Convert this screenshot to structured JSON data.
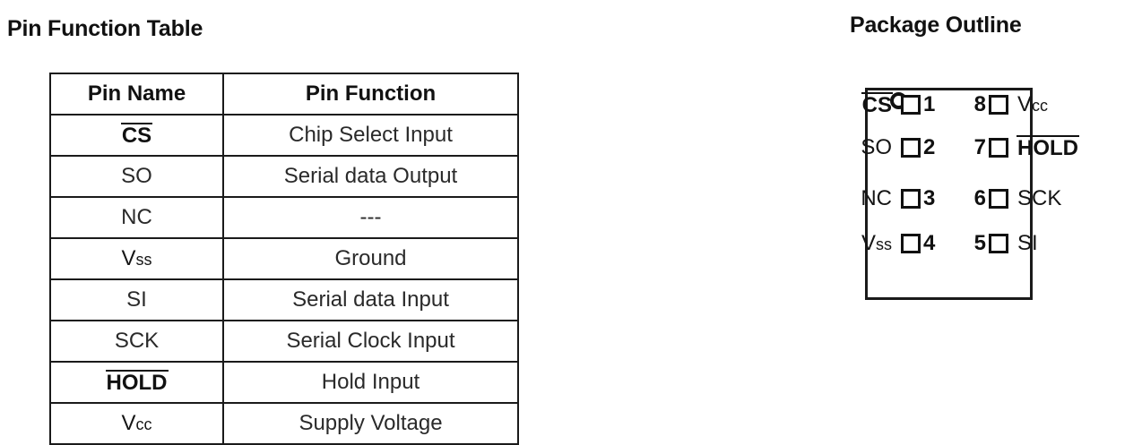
{
  "table_section": {
    "title": "Pin Function Table",
    "columns": [
      "Pin Name",
      "Pin Function"
    ],
    "rows": [
      {
        "name": "CS",
        "overline": true,
        "function": "Chip Select Input"
      },
      {
        "name": "SO",
        "overline": false,
        "function": "Serial data Output"
      },
      {
        "name": "NC",
        "overline": false,
        "function": "---"
      },
      {
        "name": "Vss",
        "overline": false,
        "function": "Ground"
      },
      {
        "name": "SI",
        "overline": false,
        "function": "Serial data Input"
      },
      {
        "name": "SCK",
        "overline": false,
        "function": "Serial Clock Input"
      },
      {
        "name": "HOLD",
        "overline": true,
        "function": "Hold Input"
      },
      {
        "name": "Vcc",
        "overline": false,
        "function": "Supply Voltage"
      }
    ]
  },
  "package_section": {
    "title": "Package Outline",
    "pin1_marker": "pin1-dot-marker",
    "left_pins": [
      {
        "number": "1",
        "label": "CS",
        "overline": true
      },
      {
        "number": "2",
        "label": "SO",
        "overline": false
      },
      {
        "number": "3",
        "label": "NC",
        "overline": false
      },
      {
        "number": "4",
        "label": "Vss",
        "overline": false
      }
    ],
    "right_pins": [
      {
        "number": "8",
        "label": "Vcc",
        "overline": false
      },
      {
        "number": "7",
        "label": "HOLD",
        "overline": true
      },
      {
        "number": "6",
        "label": "SCK",
        "overline": false
      },
      {
        "number": "5",
        "label": "SI",
        "overline": false
      }
    ]
  },
  "colors": {
    "ink": "#1a1a1a",
    "background": "#ffffff"
  }
}
